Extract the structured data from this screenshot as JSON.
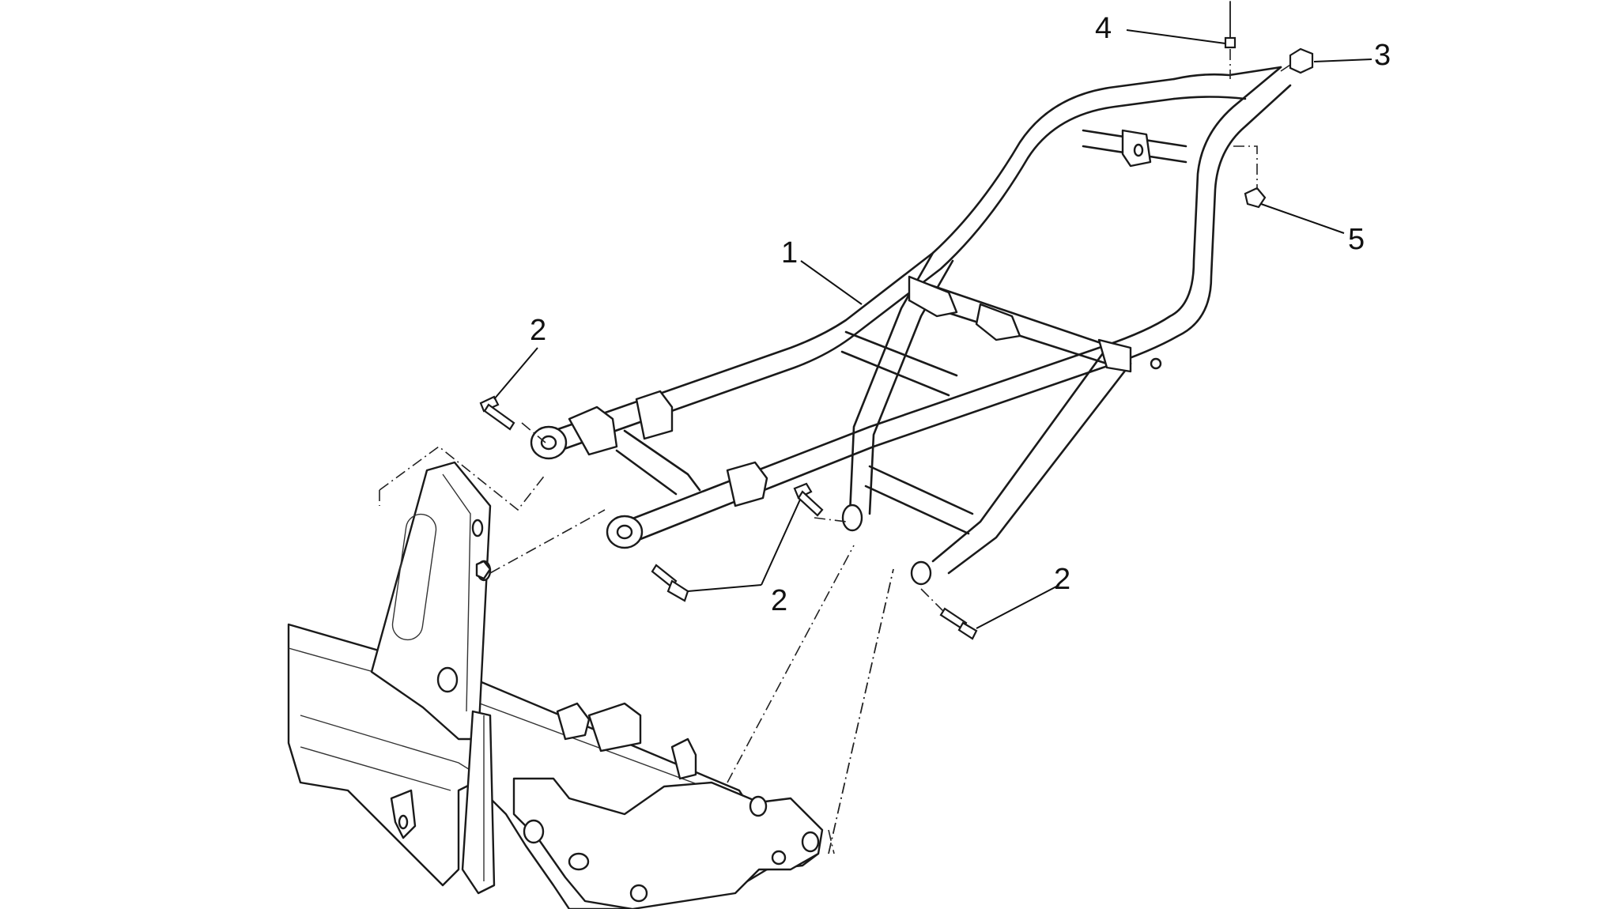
{
  "callouts": [
    {
      "id": "callout-1",
      "label": "1"
    },
    {
      "id": "callout-2a",
      "label": "2"
    },
    {
      "id": "callout-2b",
      "label": "2"
    },
    {
      "id": "callout-2c",
      "label": "2"
    },
    {
      "id": "callout-3",
      "label": "3"
    },
    {
      "id": "callout-4",
      "label": "4"
    },
    {
      "id": "callout-5",
      "label": "5"
    }
  ]
}
